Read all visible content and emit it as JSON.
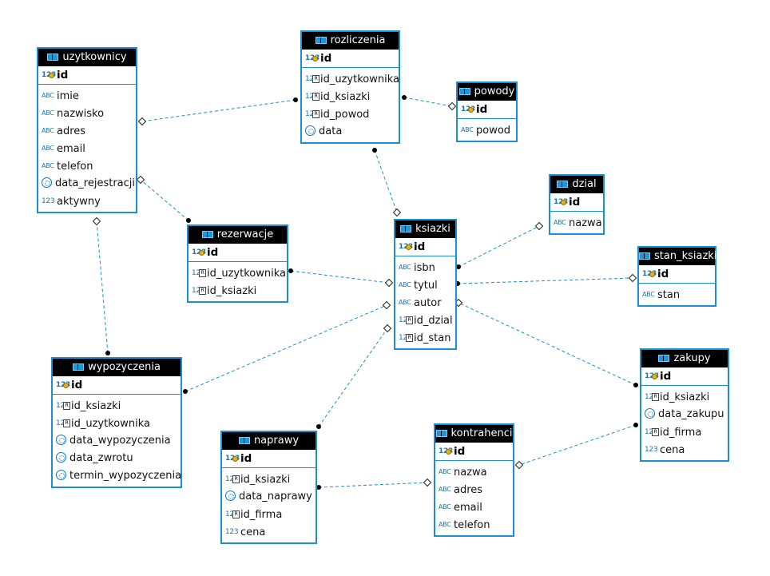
{
  "colors": {
    "border": "#1a8fd1",
    "header_bg": "#000000",
    "link": "#1a8fd1"
  },
  "entities": [
    {
      "id": "uzytkownicy",
      "title": "uzytkownicy",
      "pk": "id",
      "columns": [
        {
          "name": "imie",
          "type": "text"
        },
        {
          "name": "nazwisko",
          "type": "text"
        },
        {
          "name": "adres",
          "type": "text"
        },
        {
          "name": "email",
          "type": "text"
        },
        {
          "name": "telefon",
          "type": "text"
        },
        {
          "name": "data_rejestracji",
          "type": "date"
        },
        {
          "name": "aktywny",
          "type": "number"
        }
      ]
    },
    {
      "id": "rozliczenia",
      "title": "rozliczenia",
      "pk": "id",
      "columns": [
        {
          "name": "id_uzytkownika",
          "type": "fk"
        },
        {
          "name": "id_ksiazki",
          "type": "fk"
        },
        {
          "name": "id_powod",
          "type": "fk"
        },
        {
          "name": "data",
          "type": "date"
        }
      ]
    },
    {
      "id": "powody",
      "title": "powody",
      "pk": "id",
      "columns": [
        {
          "name": "powod",
          "type": "text"
        }
      ]
    },
    {
      "id": "dzial",
      "title": "dzial",
      "pk": "id",
      "columns": [
        {
          "name": "nazwa",
          "type": "text"
        }
      ]
    },
    {
      "id": "ksiazki",
      "title": "ksiazki",
      "pk": "id",
      "columns": [
        {
          "name": "isbn",
          "type": "text"
        },
        {
          "name": "tytul",
          "type": "text"
        },
        {
          "name": "autor",
          "type": "text"
        },
        {
          "name": "id_dzial",
          "type": "fk"
        },
        {
          "name": "id_stan",
          "type": "fk"
        }
      ]
    },
    {
      "id": "rezerwacje",
      "title": "rezerwacje",
      "pk": "id",
      "columns": [
        {
          "name": "id_uzytkownika",
          "type": "fk"
        },
        {
          "name": "id_ksiazki",
          "type": "fk"
        }
      ]
    },
    {
      "id": "stan_ksiazki",
      "title": "stan_ksiazki",
      "pk": "id",
      "columns": [
        {
          "name": "stan",
          "type": "text"
        }
      ]
    },
    {
      "id": "wypozyczenia",
      "title": "wypozyczenia",
      "pk": "id",
      "columns": [
        {
          "name": "id_ksiazki",
          "type": "fk"
        },
        {
          "name": "id_uzytkownika",
          "type": "fk"
        },
        {
          "name": "data_wypozyczenia",
          "type": "date"
        },
        {
          "name": "data_zwrotu",
          "type": "date"
        },
        {
          "name": "termin_wypozyczenia",
          "type": "date"
        }
      ]
    },
    {
      "id": "zakupy",
      "title": "zakupy",
      "pk": "id",
      "columns": [
        {
          "name": "id_ksiazki",
          "type": "fk"
        },
        {
          "name": "data_zakupu",
          "type": "date"
        },
        {
          "name": "id_firma",
          "type": "fk"
        },
        {
          "name": "cena",
          "type": "number"
        }
      ]
    },
    {
      "id": "naprawy",
      "title": "naprawy",
      "pk": "id",
      "columns": [
        {
          "name": "id_ksiazki",
          "type": "fk"
        },
        {
          "name": "data_naprawy",
          "type": "date"
        },
        {
          "name": "id_firma",
          "type": "fk"
        },
        {
          "name": "cena",
          "type": "number"
        }
      ]
    },
    {
      "id": "kontrahenci",
      "title": "kontrahenci",
      "pk": "id",
      "columns": [
        {
          "name": "nazwa",
          "type": "text"
        },
        {
          "name": "adres",
          "type": "text"
        },
        {
          "name": "email",
          "type": "text"
        },
        {
          "name": "telefon",
          "type": "text"
        }
      ]
    }
  ],
  "relationships": [
    {
      "from": "rozliczenia",
      "to": "uzytkownicy"
    },
    {
      "from": "rozliczenia",
      "to": "powody"
    },
    {
      "from": "rozliczenia",
      "to": "ksiazki"
    },
    {
      "from": "rezerwacje",
      "to": "uzytkownicy"
    },
    {
      "from": "rezerwacje",
      "to": "ksiazki"
    },
    {
      "from": "wypozyczenia",
      "to": "uzytkownicy"
    },
    {
      "from": "wypozyczenia",
      "to": "ksiazki"
    },
    {
      "from": "ksiazki",
      "to": "dzial"
    },
    {
      "from": "ksiazki",
      "to": "stan_ksiazki"
    },
    {
      "from": "zakupy",
      "to": "ksiazki"
    },
    {
      "from": "zakupy",
      "to": "kontrahenci"
    },
    {
      "from": "naprawy",
      "to": "ksiazki"
    },
    {
      "from": "naprawy",
      "to": "kontrahenci"
    }
  ]
}
